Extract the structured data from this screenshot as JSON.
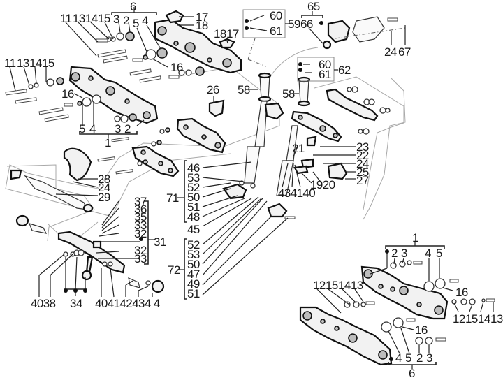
{
  "diagram": {
    "type": "exploded-parts-view",
    "subject": "motorcycle front fork / steering head assembly with triple clamps",
    "callout_groups": [
      {
        "id": "top-clamp-upper",
        "bracket_label": "6",
        "members": [
          "3",
          "2",
          "5",
          "4"
        ],
        "extra_labels": [
          "17",
          "18",
          "16"
        ]
      },
      {
        "id": "top-clamp-upper-fasteners",
        "labels": [
          "11",
          "13",
          "14",
          "15"
        ]
      },
      {
        "id": "top-clamp-left-fasteners",
        "labels": [
          "11",
          "13",
          "14",
          "15"
        ]
      },
      {
        "id": "top-clamp-lower",
        "bracket_label": "1",
        "members": [
          "5",
          "4",
          "3",
          "2"
        ],
        "extra_labels": [
          "16"
        ]
      },
      {
        "id": "bracket-1817",
        "labels": [
          "18",
          "17"
        ]
      },
      {
        "id": "bearing-kit-59",
        "bracket_label": "59",
        "members": [
          "60",
          "61"
        ]
      },
      {
        "id": "bearing-kit-62",
        "bracket_label": "62",
        "members": [
          "60",
          "61"
        ]
      },
      {
        "id": "steering-damper-65",
        "bracket_label": "65",
        "members": [
          "66"
        ]
      },
      {
        "id": "damper-fasteners",
        "labels": [
          "24",
          "67"
        ]
      },
      {
        "id": "stems",
        "labels": [
          "58",
          "58",
          "26",
          "21"
        ]
      },
      {
        "id": "right-brackets",
        "labels": [
          "23",
          "22",
          "24",
          "25",
          "27",
          "19",
          "20",
          "43",
          "41",
          "40"
        ]
      },
      {
        "id": "guard",
        "labels": [
          "28",
          "24",
          "29"
        ]
      },
      {
        "id": "axle-group-71",
        "bracket_label": "71",
        "members": [
          "46",
          "53",
          "52",
          "50",
          "51",
          "48"
        ],
        "extra_labels": [
          "45"
        ]
      },
      {
        "id": "axle-group-72",
        "bracket_label": "72",
        "members": [
          "52",
          "53",
          "50",
          "47",
          "49",
          "51"
        ]
      },
      {
        "id": "steering-arm-31",
        "bracket_label": "31",
        "members": [
          "37",
          "36",
          "35",
          "33",
          "32",
          "32",
          "33"
        ]
      },
      {
        "id": "steering-arm-bottom",
        "labels": [
          "40",
          "38",
          "34",
          "40",
          "41",
          "42",
          "43",
          "44"
        ]
      },
      {
        "id": "bottom-clamp-1",
        "bracket_label": "1",
        "members": [
          "2",
          "3",
          "4",
          "5"
        ],
        "extra_labels": [
          "16",
          "12",
          "15",
          "14",
          "13"
        ]
      },
      {
        "id": "bottom-clamp-6",
        "bracket_label": "6",
        "members": [
          "4",
          "5",
          "2",
          "3"
        ],
        "extra_labels": [
          "12",
          "15",
          "14",
          "13",
          "16"
        ]
      }
    ]
  },
  "labels": {
    "g6_top": "6",
    "l11a": "11",
    "l13a": "13",
    "l14a": "14",
    "l15a": "15",
    "l3a": "3",
    "l2a": "2",
    "l5a": "5",
    "l4a": "4",
    "l17a": "17",
    "l18a": "18",
    "l18b": "18",
    "l17b": "17",
    "l16a": "16",
    "l11b": "11",
    "l13b": "13",
    "l14b": "14",
    "l15b": "15",
    "l16b": "16",
    "l5b": "5",
    "l4b": "4",
    "l3b": "3",
    "l2b": "2",
    "g1_top": "1",
    "l60a": "60",
    "l61a": "61",
    "g59": "59",
    "g65": "65",
    "l66": "66",
    "l24a": "24",
    "l67": "67",
    "l60b": "60",
    "l61b": "61",
    "g62": "62",
    "l58a": "58",
    "l58b": "58",
    "l26": "26",
    "l21": "21",
    "l23": "23",
    "l22": "22",
    "l24b": "24",
    "l25": "25",
    "l27": "27",
    "l1920": "1920",
    "l434140": "434140",
    "l28": "28",
    "l24c": "24",
    "l29": "29",
    "l46": "46",
    "l53a": "53",
    "l52a": "52",
    "l50a": "50",
    "l51a": "51",
    "l48": "48",
    "g71": "71",
    "l45": "45",
    "l52b": "52",
    "l53b": "53",
    "l50b": "50",
    "l47": "47",
    "l49": "49",
    "l51b": "51",
    "g72": "72",
    "l37": "37",
    "l36": "36",
    "l35": "35",
    "l33a": "33",
    "l32a": "32",
    "g31": "31",
    "l32b": "32",
    "l33b": "33",
    "l4038": "4038",
    "l34": "34",
    "l4041424344": "404142434 4",
    "g1_bot": "1",
    "l2c": "2",
    "l3c": "3",
    "l4c": "4",
    "l5c": "5",
    "l16c": "16",
    "l12a": "12",
    "l15c": "15",
    "l14c": "14",
    "l13c": "13",
    "l12b": "12",
    "l15d": "15",
    "l14d": "14",
    "l13d": "13",
    "l16d": "16",
    "l4d": "4",
    "l5d": "5",
    "l2d": "2",
    "l3d": "3",
    "g6_bot": "6"
  }
}
